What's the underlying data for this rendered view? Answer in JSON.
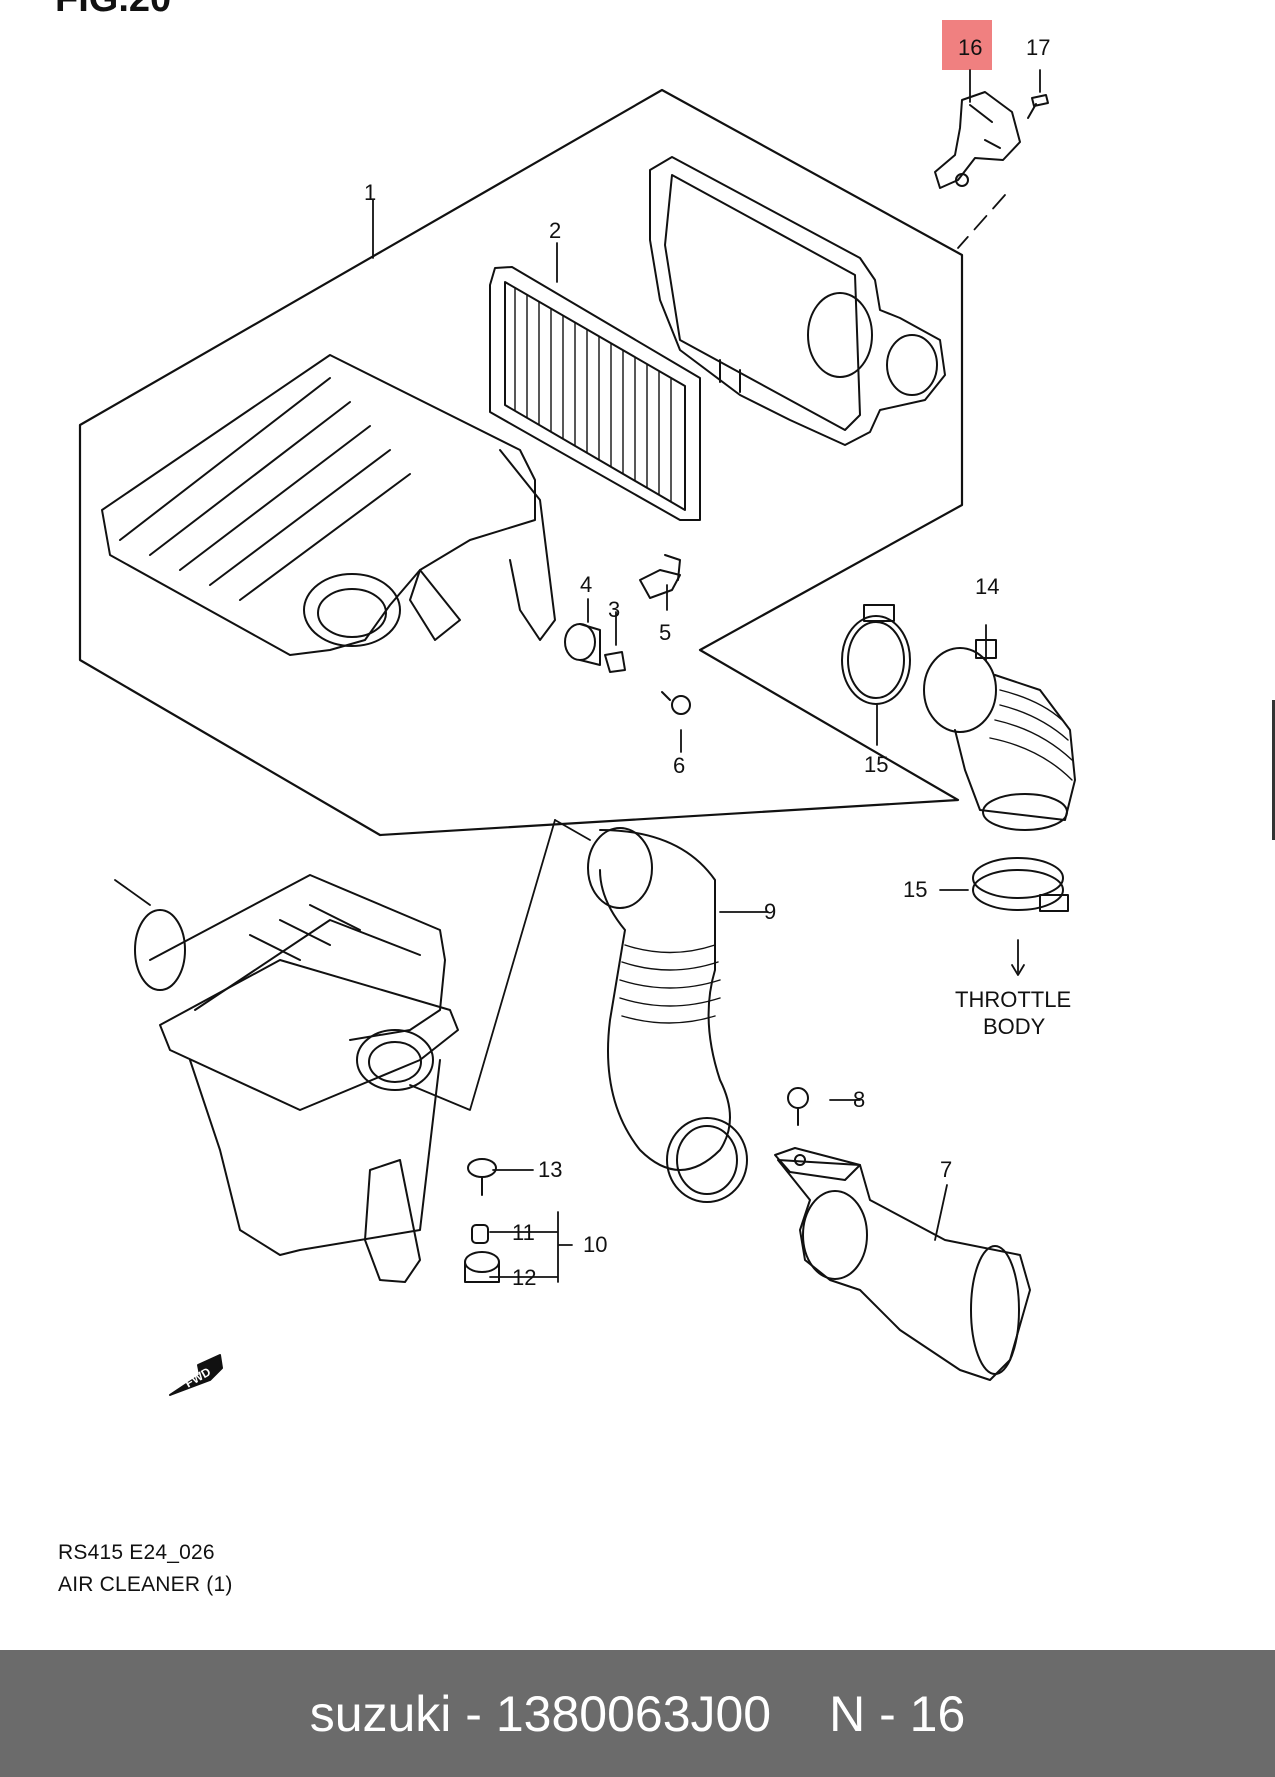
{
  "figure": {
    "title": "FIG.20",
    "code": "RS415 E24_026",
    "caption": "AIR CLEANER (1)",
    "highlight_color": "#f08080",
    "parts": {
      "p1": "1",
      "p2": "2",
      "p3": "3",
      "p4": "4",
      "p5": "5",
      "p6": "6",
      "p7": "7",
      "p8": "8",
      "p9": "9",
      "p10": "10",
      "p11": "11",
      "p12": "12",
      "p13": "13",
      "p14": "14",
      "p15a": "15",
      "p15b": "15",
      "p16": "16",
      "p17": "17"
    },
    "throttle_line1": "THROTTLE",
    "throttle_line2": "BODY",
    "fwd_label": "FWD"
  },
  "bottom_bar": {
    "brand_part": "suzuki - 1380063J00",
    "ref": "N - 16",
    "background": "#6b6b6b"
  }
}
